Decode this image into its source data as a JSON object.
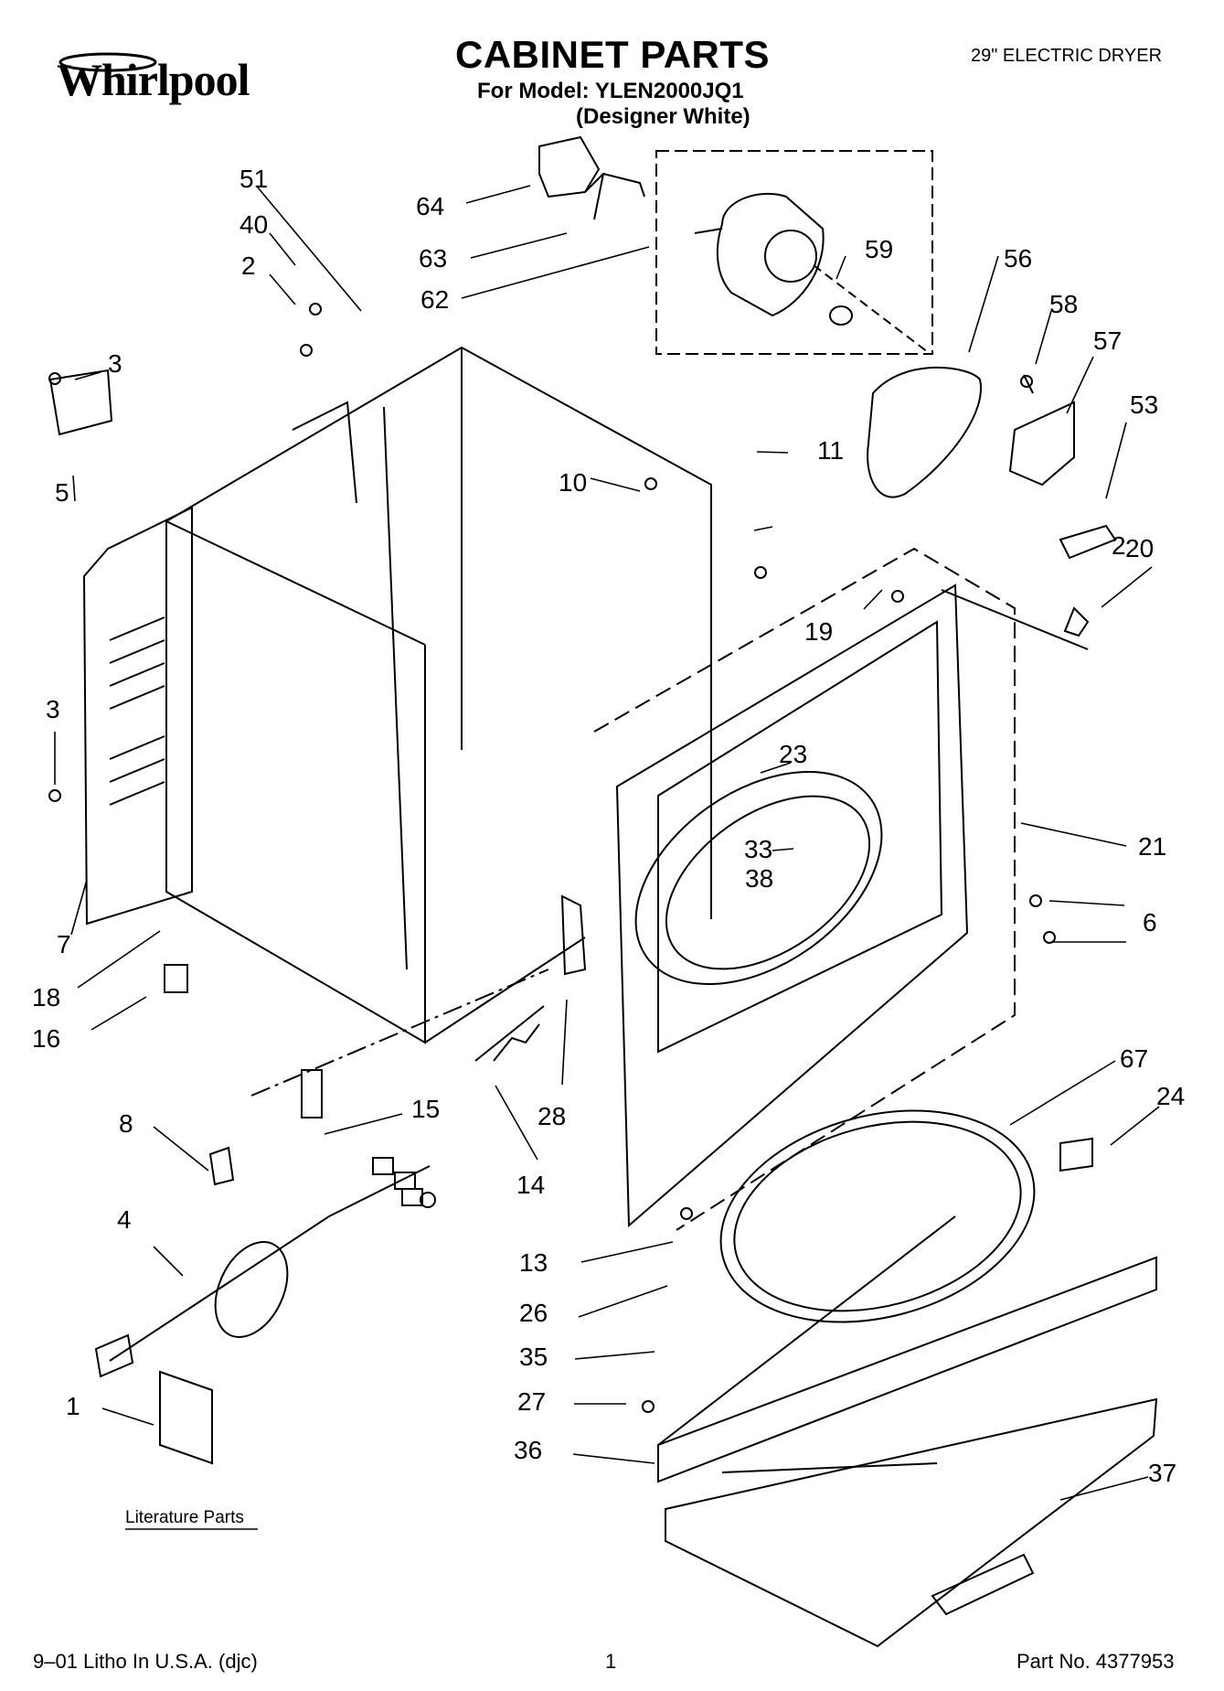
{
  "brand": "Whirlpool",
  "header": {
    "title": "CABINET PARTS",
    "model_line": "For Model: YLEN2000JQ1",
    "color_line": "(Designer White)",
    "product": "29\" ELECTRIC DRYER"
  },
  "callouts": [
    "51",
    "40",
    "2",
    "3",
    "5",
    "3",
    "7",
    "18",
    "16",
    "64",
    "63",
    "62",
    "59",
    "56",
    "58",
    "57",
    "53",
    "2",
    "10",
    "11",
    "20",
    "19",
    "23",
    "33",
    "38",
    "21",
    "6",
    "8",
    "15",
    "28",
    "14",
    "4",
    "1",
    "67",
    "24",
    "13",
    "26",
    "35",
    "27",
    "36",
    "37"
  ],
  "literature_label": "Literature Parts",
  "footer": {
    "litho": "9–01 Litho In U.S.A. (djc)",
    "page": "1",
    "part_no": "Part No. 4377953"
  },
  "colors": {
    "ink": "#000000",
    "paper": "#ffffff"
  }
}
